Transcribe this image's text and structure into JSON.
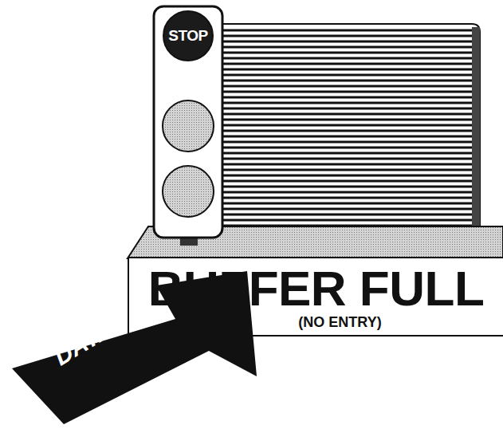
{
  "diagram": {
    "nodes": [
      {
        "text": [
          "STOP"
        ]
      },
      {
        "text": [
          "BUFFER FULL",
          "(NO ENTRY)"
        ]
      },
      {
        "text": [
          "DATA"
        ]
      }
    ]
  }
}
